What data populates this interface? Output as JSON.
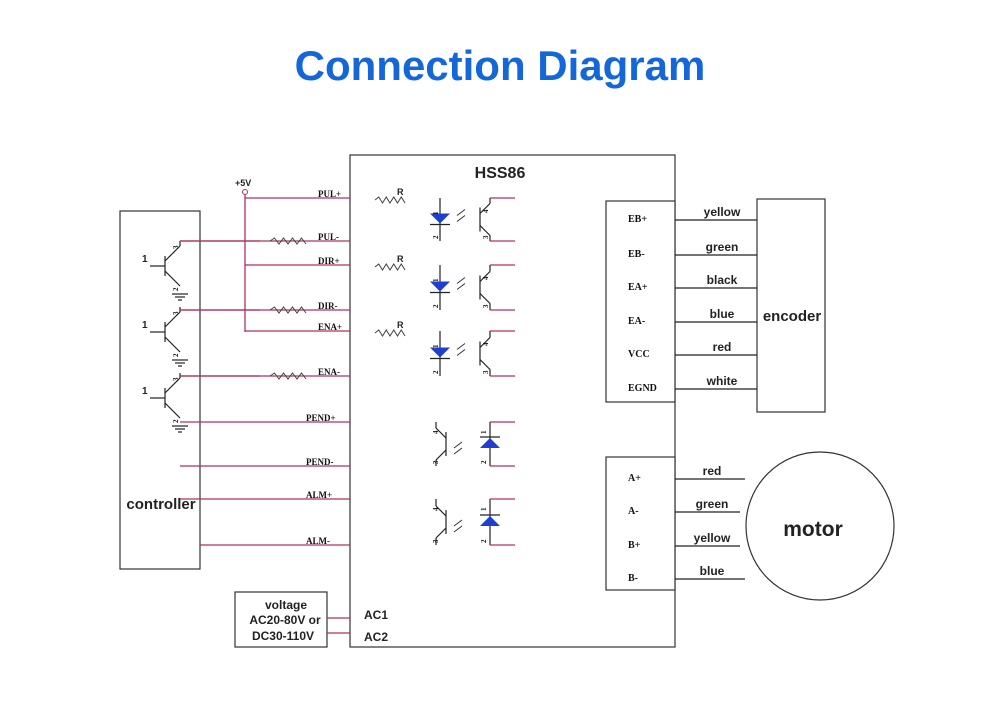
{
  "title": "Connection Diagram",
  "driver": {
    "name": "HSS86"
  },
  "supply": {
    "v": "+5V"
  },
  "resistor": "R",
  "controller": {
    "label": "controller",
    "base_label": "1"
  },
  "pins_left": [
    "PUL+",
    "PUL-",
    "DIR+",
    "DIR-",
    "ENA+",
    "ENA-",
    "PEND+",
    "PEND-",
    "ALM+",
    "ALM-"
  ],
  "pin_nums": [
    "1",
    "2",
    "3",
    "4"
  ],
  "encoder": {
    "label": "encoder",
    "pins": [
      "EB+",
      "EB-",
      "EA+",
      "EA-",
      "VCC",
      "EGND"
    ],
    "wires": [
      "yellow",
      "green",
      "black",
      "blue",
      "red",
      "white"
    ]
  },
  "motor": {
    "label": "motor",
    "pins": [
      "A+",
      "A-",
      "B+",
      "B-"
    ],
    "wires": [
      "red",
      "green",
      "yellow",
      "blue"
    ]
  },
  "power": {
    "lines": [
      "voltage",
      "AC20-80V or",
      "DC30-110V"
    ],
    "terminals": [
      "AC1",
      "AC2"
    ]
  },
  "colors": {
    "title": "#1467d8",
    "wire": "#b03060",
    "led": "#1f3fd0"
  }
}
